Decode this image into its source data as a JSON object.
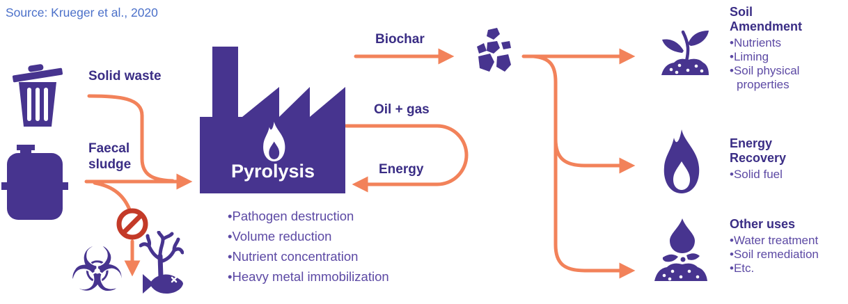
{
  "ui": {
    "bullet": "•"
  },
  "source": {
    "label": "Source: Krueger et al., 2020"
  },
  "colors": {
    "purple_icon": "#47348F",
    "label_purple": "#3A2D85",
    "bullet_purple": "#5C49A4",
    "arrow_orange": "#F2825A",
    "prohibition_red": "#C33A28",
    "source_blue": "#4B70C9",
    "background": "#FFFFFF",
    "factory_text": "#FFFFFF"
  },
  "inputs": {
    "solid_waste_label": "Solid waste",
    "faecal_sludge_label": "Faecal sludge"
  },
  "process": {
    "name": "Pyrolysis",
    "benefits": [
      "Pathogen destruction",
      "Volume reduction",
      "Nutrient concentration",
      "Heavy metal immobilization"
    ]
  },
  "flows": {
    "biochar_label": "Biochar",
    "oil_gas_label": "Oil + gas",
    "energy_label": "Energy"
  },
  "outputs": [
    {
      "title": "Soil Amendment",
      "items": [
        "Nutrients",
        "Liming",
        "Soil physical properties"
      ],
      "icon": "seedling-icon"
    },
    {
      "title": "Energy Recovery",
      "items": [
        "Solid fuel"
      ],
      "icon": "flame-icon"
    },
    {
      "title": "Other uses",
      "items": [
        "Water treatment",
        "Soil remediation",
        "Etc."
      ],
      "icon": "water-drop-soil-icon"
    }
  ],
  "hazards": {
    "icons": [
      "biohazard-icon",
      "dead-tree-icon",
      "dead-fish-icon"
    ],
    "biohazard_glyph": "☣"
  }
}
